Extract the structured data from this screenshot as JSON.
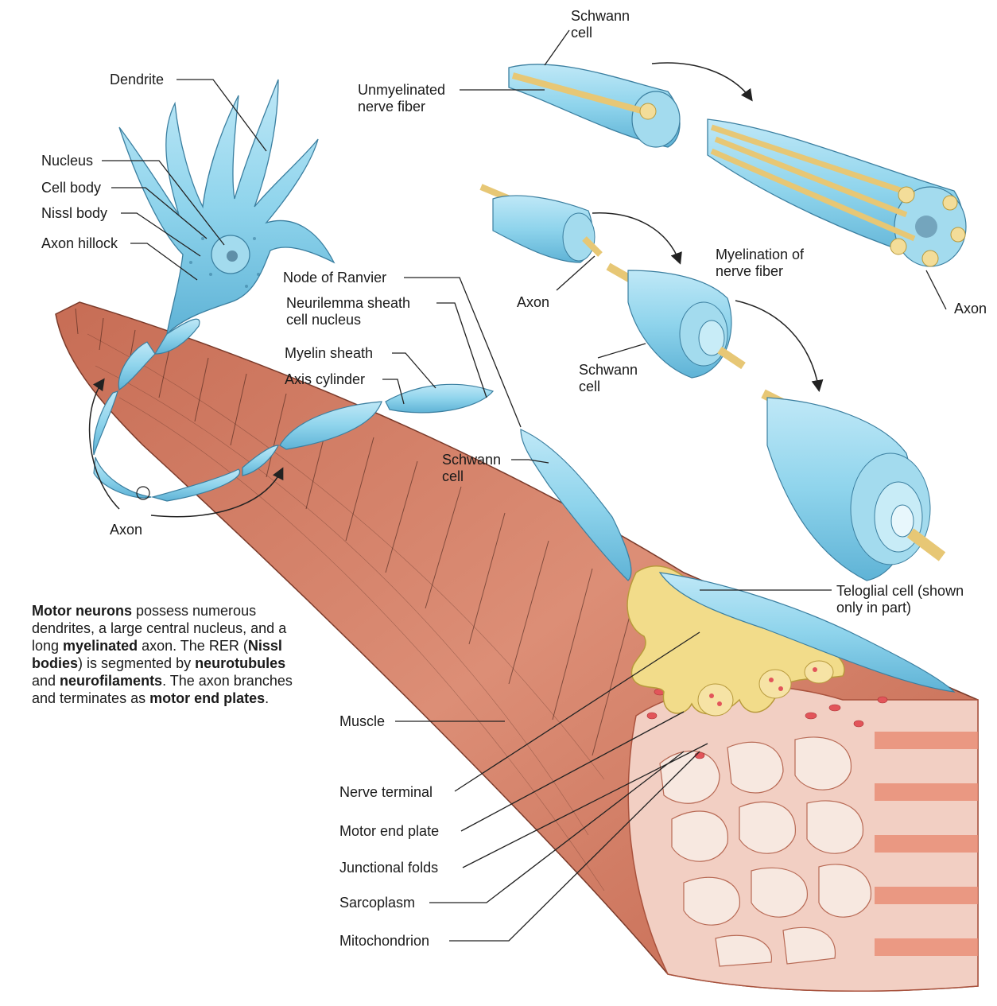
{
  "labels": {
    "dendrite": "Dendrite",
    "nucleus": "Nucleus",
    "cell_body": "Cell body",
    "nissl_body": "Nissl body",
    "axon_hillock": "Axon hillock",
    "axon_left": "Axon",
    "node_of_ranvier": "Node of Ranvier",
    "neurilemma_1": "Neurilemma sheath",
    "neurilemma_2": "cell nucleus",
    "myelin_sheath": "Myelin sheath",
    "axis_cylinder": "Axis cylinder",
    "schwann_center_1": "Schwann",
    "schwann_center_2": "cell",
    "schwann_top_1": "Schwann",
    "schwann_top_2": "cell",
    "unmyelinated_1": "Unmyelinated",
    "unmyelinated_2": "nerve fiber",
    "axon_mid": "Axon",
    "schwann_mid_1": "Schwann",
    "schwann_mid_2": "cell",
    "myelination_1": "Myelination of",
    "myelination_2": "nerve fiber",
    "axon_right": "Axon",
    "teloglial_1": "Teloglial cell (shown",
    "teloglial_2": "only in part)",
    "muscle": "Muscle",
    "nerve_terminal": "Nerve terminal",
    "motor_end_plate": "Motor end plate",
    "junctional_folds": "Junctional folds",
    "sarcoplasm": "Sarcoplasm",
    "mitochondrion": "Mitochondrion"
  },
  "caption": {
    "p1b": "Motor neurons",
    "p2": " possess numerous dendrites, a large central nucleus, and a long ",
    "p3b": "myelinated",
    "p4": " axon. The RER (",
    "p5b": "Nissl bodies",
    "p6": ") is segmented by ",
    "p7b": "neurotubules",
    "p8": " and ",
    "p9b": "neurofilaments",
    "p10": ". The axon branches and terminates as ",
    "p11b": "motor end plates",
    "p12": "."
  },
  "colors": {
    "neuron_blue": "#8fd4ec",
    "neuron_outline": "#3b7fa0",
    "muscle": "#d27e66",
    "muscle_dark": "#a9523d",
    "axon_yellow": "#f3dd99",
    "terminal_yellow": "#f2dc8a",
    "fiber_pink": "#f2cfc3"
  }
}
